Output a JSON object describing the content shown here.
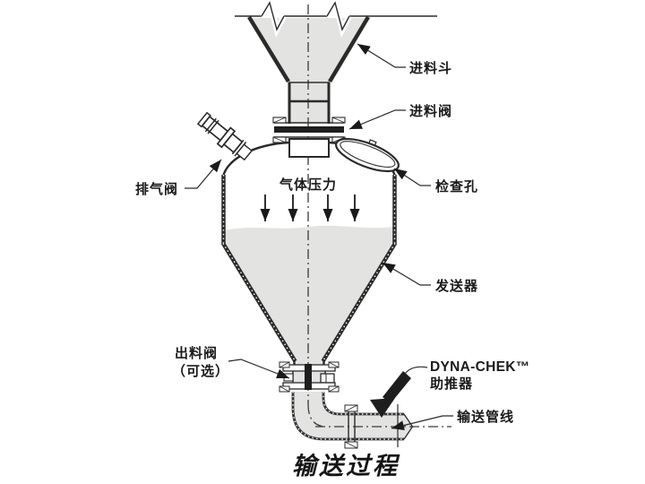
{
  "diagram": {
    "title": "输送过程",
    "labels": {
      "feed_hopper": "进料斗",
      "feed_valve": "进料阀",
      "exhaust_valve": "排气阀",
      "inspection_port": "检查孔",
      "gas_pressure": "气体压力",
      "vessel": "发送器",
      "discharge_valve": "出料阀",
      "discharge_valve_note": "（可选）",
      "booster_brand": "DYNA-CHEK™",
      "booster": "助推器",
      "conveying_pipeline": "输送管线"
    },
    "colors": {
      "background": "#ffffff",
      "line": "#2a2a2a",
      "fill_gray": "#e3e3e2",
      "solid_black": "#1e1e1e",
      "text": "#1a1a1a"
    }
  }
}
